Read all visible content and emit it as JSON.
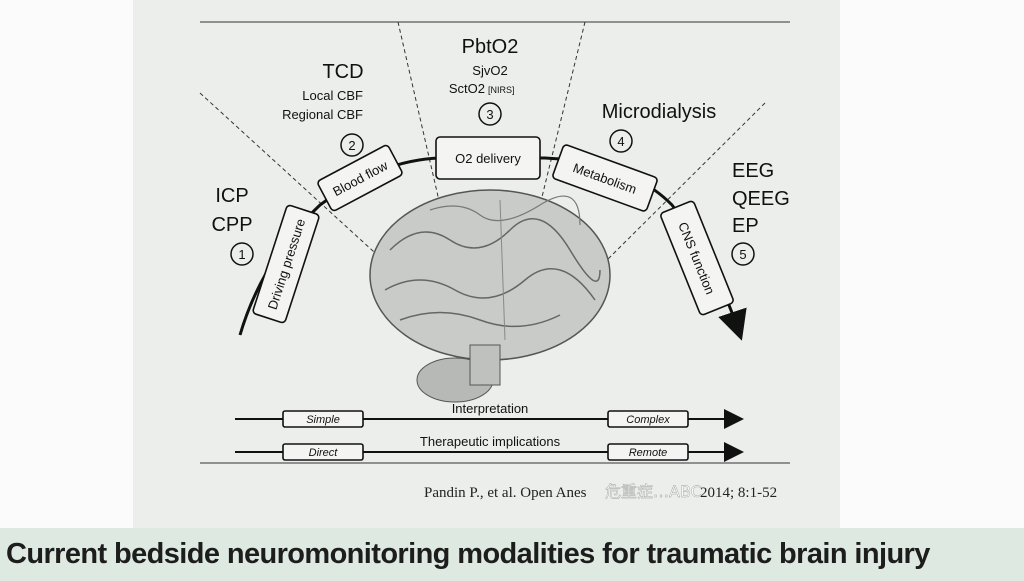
{
  "caption": "Current bedside neuromonitoring modalities for traumatic brain injury",
  "citation": "Pandin P., et al. Open Anes",
  "citation_tail": "2014; 8:1-52",
  "watermark": "危重症…ABC",
  "groups": [
    {
      "number": "1",
      "box_label": "Driving pressure",
      "labels": [
        "ICP",
        "CPP"
      ]
    },
    {
      "number": "2",
      "box_label": "Blood flow",
      "labels": [
        "TCD",
        "Local CBF",
        "Regional CBF"
      ]
    },
    {
      "number": "3",
      "box_label": "O2 delivery",
      "labels": [
        "PbtO2",
        "SjvO2",
        "SctO2"
      ],
      "label_note": "[NIRS]"
    },
    {
      "number": "4",
      "box_label": "Metabolism",
      "labels": [
        "Microdialysis"
      ]
    },
    {
      "number": "5",
      "box_label": "CNS function",
      "labels": [
        "EEG",
        "QEEG",
        "EP"
      ]
    }
  ],
  "scales": [
    {
      "title": "Interpretation",
      "start": "Simple",
      "end": "Complex"
    },
    {
      "title": "Therapeutic implications",
      "start": "Direct",
      "end": "Remote"
    }
  ],
  "colors": {
    "slide_bg": "#eceeec",
    "caption_bg": "#dde9e1",
    "ink": "#111111"
  }
}
